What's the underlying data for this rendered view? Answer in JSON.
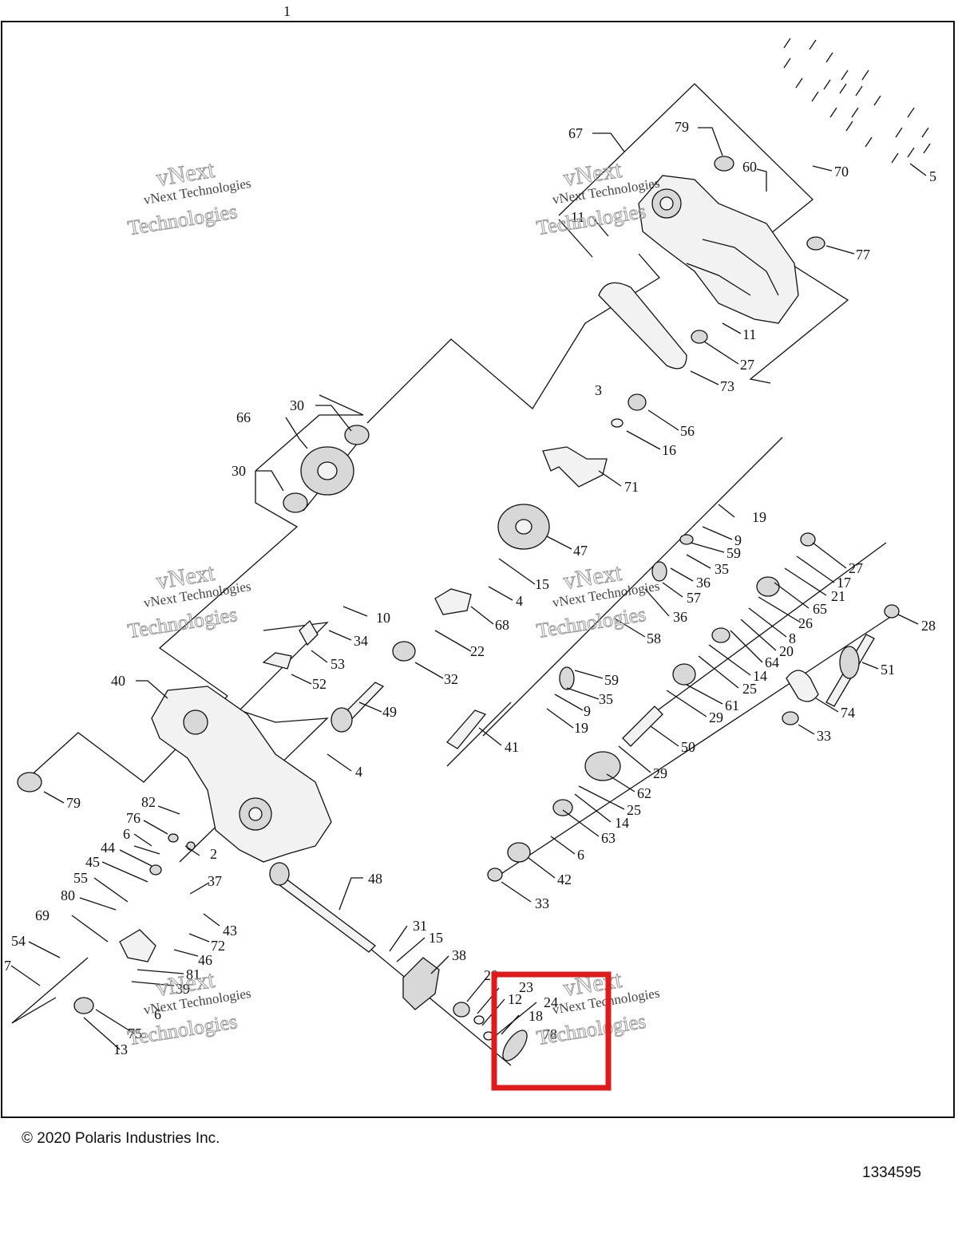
{
  "diagram": {
    "top_label": "1",
    "document_number": "1334595",
    "copyright": "© 2020 Polaris Industries Inc.",
    "watermark": {
      "line1": "vNext",
      "line2": "vNext Technologies",
      "line3": "Technologies"
    },
    "highlight_color": "#e0191b",
    "callouts": [
      "1",
      "2",
      "3",
      "4",
      "5",
      "6",
      "7",
      "8",
      "9",
      "10",
      "11",
      "12",
      "13",
      "14",
      "15",
      "16",
      "17",
      "18",
      "19",
      "20",
      "21",
      "22",
      "23",
      "24",
      "25",
      "26",
      "27",
      "28",
      "29",
      "30",
      "31",
      "32",
      "33",
      "34",
      "35",
      "36",
      "37",
      "38",
      "39",
      "40",
      "41",
      "42",
      "43",
      "44",
      "45",
      "46",
      "47",
      "48",
      "49",
      "50",
      "51",
      "52",
      "53",
      "54",
      "55",
      "56",
      "57",
      "58",
      "59",
      "60",
      "61",
      "62",
      "63",
      "64",
      "65",
      "66",
      "67",
      "68",
      "69",
      "70",
      "71",
      "72",
      "73",
      "74",
      "75",
      "76",
      "77",
      "78",
      "79",
      "80",
      "81",
      "82"
    ]
  }
}
